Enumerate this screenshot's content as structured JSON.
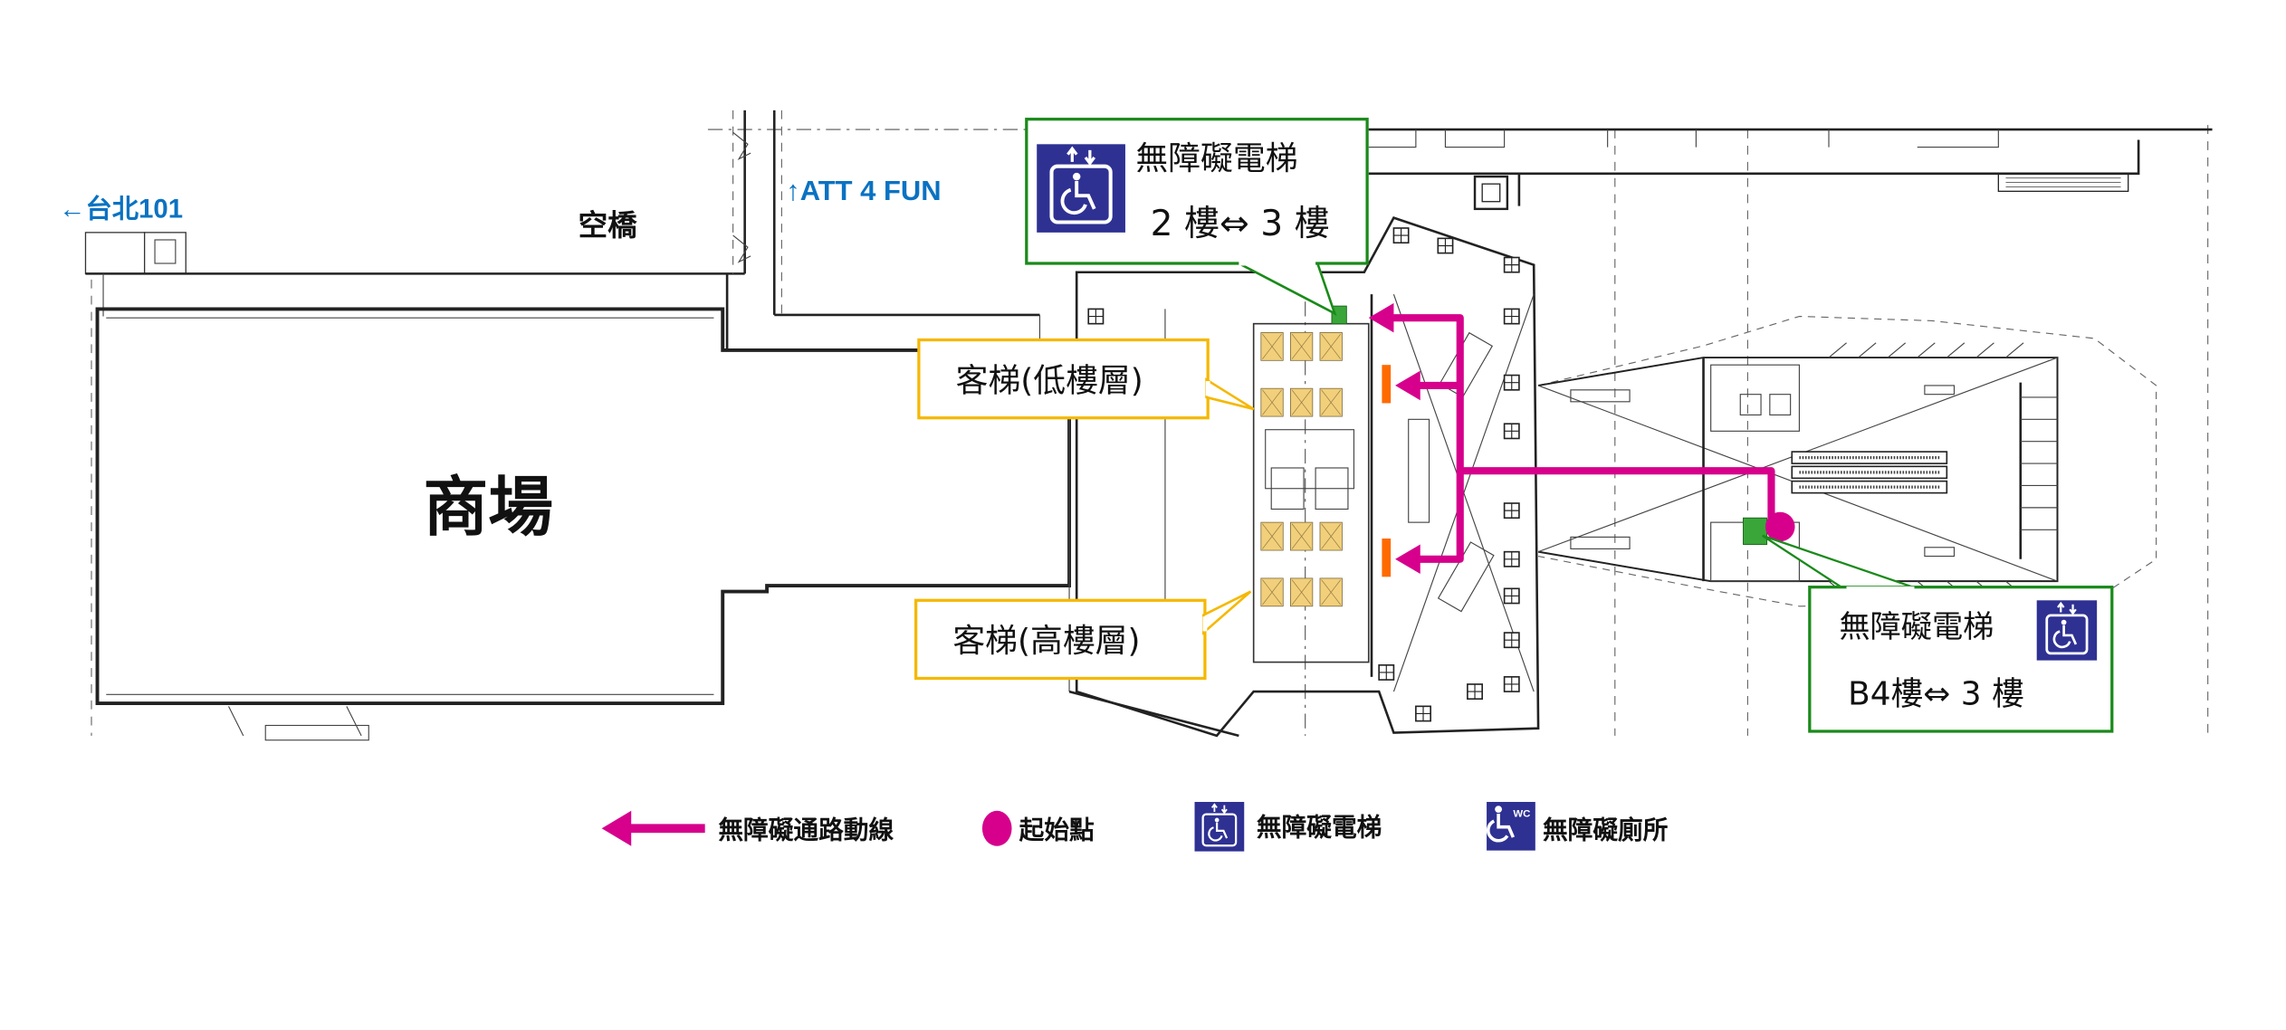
{
  "map": {
    "labels": {
      "taipei101": "←台北101",
      "att4fun": "↑ATT 4 FUN",
      "skybridge": "空橋",
      "mall": "商場"
    },
    "callouts": {
      "elevator_2f_3f": {
        "title": "無障礙電梯",
        "floors": "2 樓⇔ 3 樓",
        "icon": "accessible-elevator-icon",
        "border_color": "#1a8a1a"
      },
      "elevator_b4_3f": {
        "title": "無障礙電梯",
        "floors": "B4樓⇔ 3 樓",
        "icon": "accessible-elevator-icon",
        "border_color": "#1a8a1a"
      },
      "passenger_low": {
        "label": "客梯(低樓層)",
        "border_color": "#f5b800"
      },
      "passenger_high": {
        "label": "客梯(高樓層)",
        "border_color": "#f5b800"
      }
    },
    "colors": {
      "route": "#d6008c",
      "icon_bg": "#2e3192",
      "elevator_car": "#f2cf7a",
      "marker_orange": "#ff6a00"
    }
  },
  "legend": {
    "items": [
      {
        "icon": "route-arrow-icon",
        "label": "無障礙通路動線"
      },
      {
        "icon": "start-point-icon",
        "label": "起始點"
      },
      {
        "icon": "accessible-elevator-icon",
        "label": "無障礙電梯"
      },
      {
        "icon": "accessible-toilet-icon",
        "label": "無障礙廁所",
        "badge": "WC"
      }
    ]
  }
}
